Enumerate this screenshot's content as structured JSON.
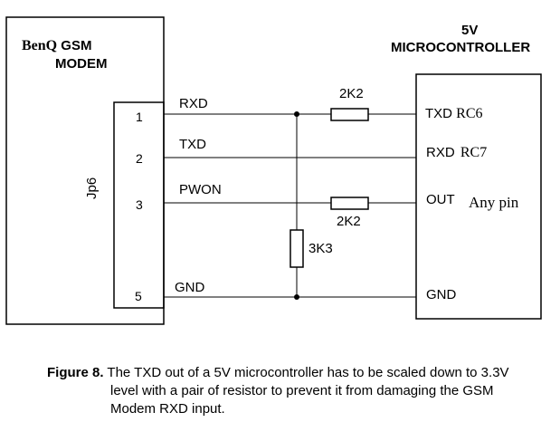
{
  "modem": {
    "brand": "BenQ",
    "title_rest": " GSM",
    "line2": "MODEM",
    "connector_label": "Jp6",
    "pins": [
      "1",
      "2",
      "3",
      "5"
    ]
  },
  "mcu": {
    "line1": "5V",
    "line2": "MICROCONTROLLER",
    "ports": {
      "txd": "TXD",
      "txd_pin": "RC6",
      "rxd": "RXD",
      "rxd_pin": "RC7",
      "out": "OUT",
      "out_pin": "Any pin",
      "gnd": "GND"
    }
  },
  "signals": {
    "rxd": "RXD",
    "txd": "TXD",
    "pwon": "PWON",
    "gnd": "GND"
  },
  "resistors": {
    "r1": "2K2",
    "r2": "2K2",
    "r3": "3K3"
  },
  "caption": {
    "label": "Figure 8.",
    "line1": " The TXD out of a 5V microcontroller has to be scaled down to 3.3V",
    "line2": "level with a pair of resistor to prevent it from damaging the GSM",
    "line3": "Modem RXD input."
  }
}
